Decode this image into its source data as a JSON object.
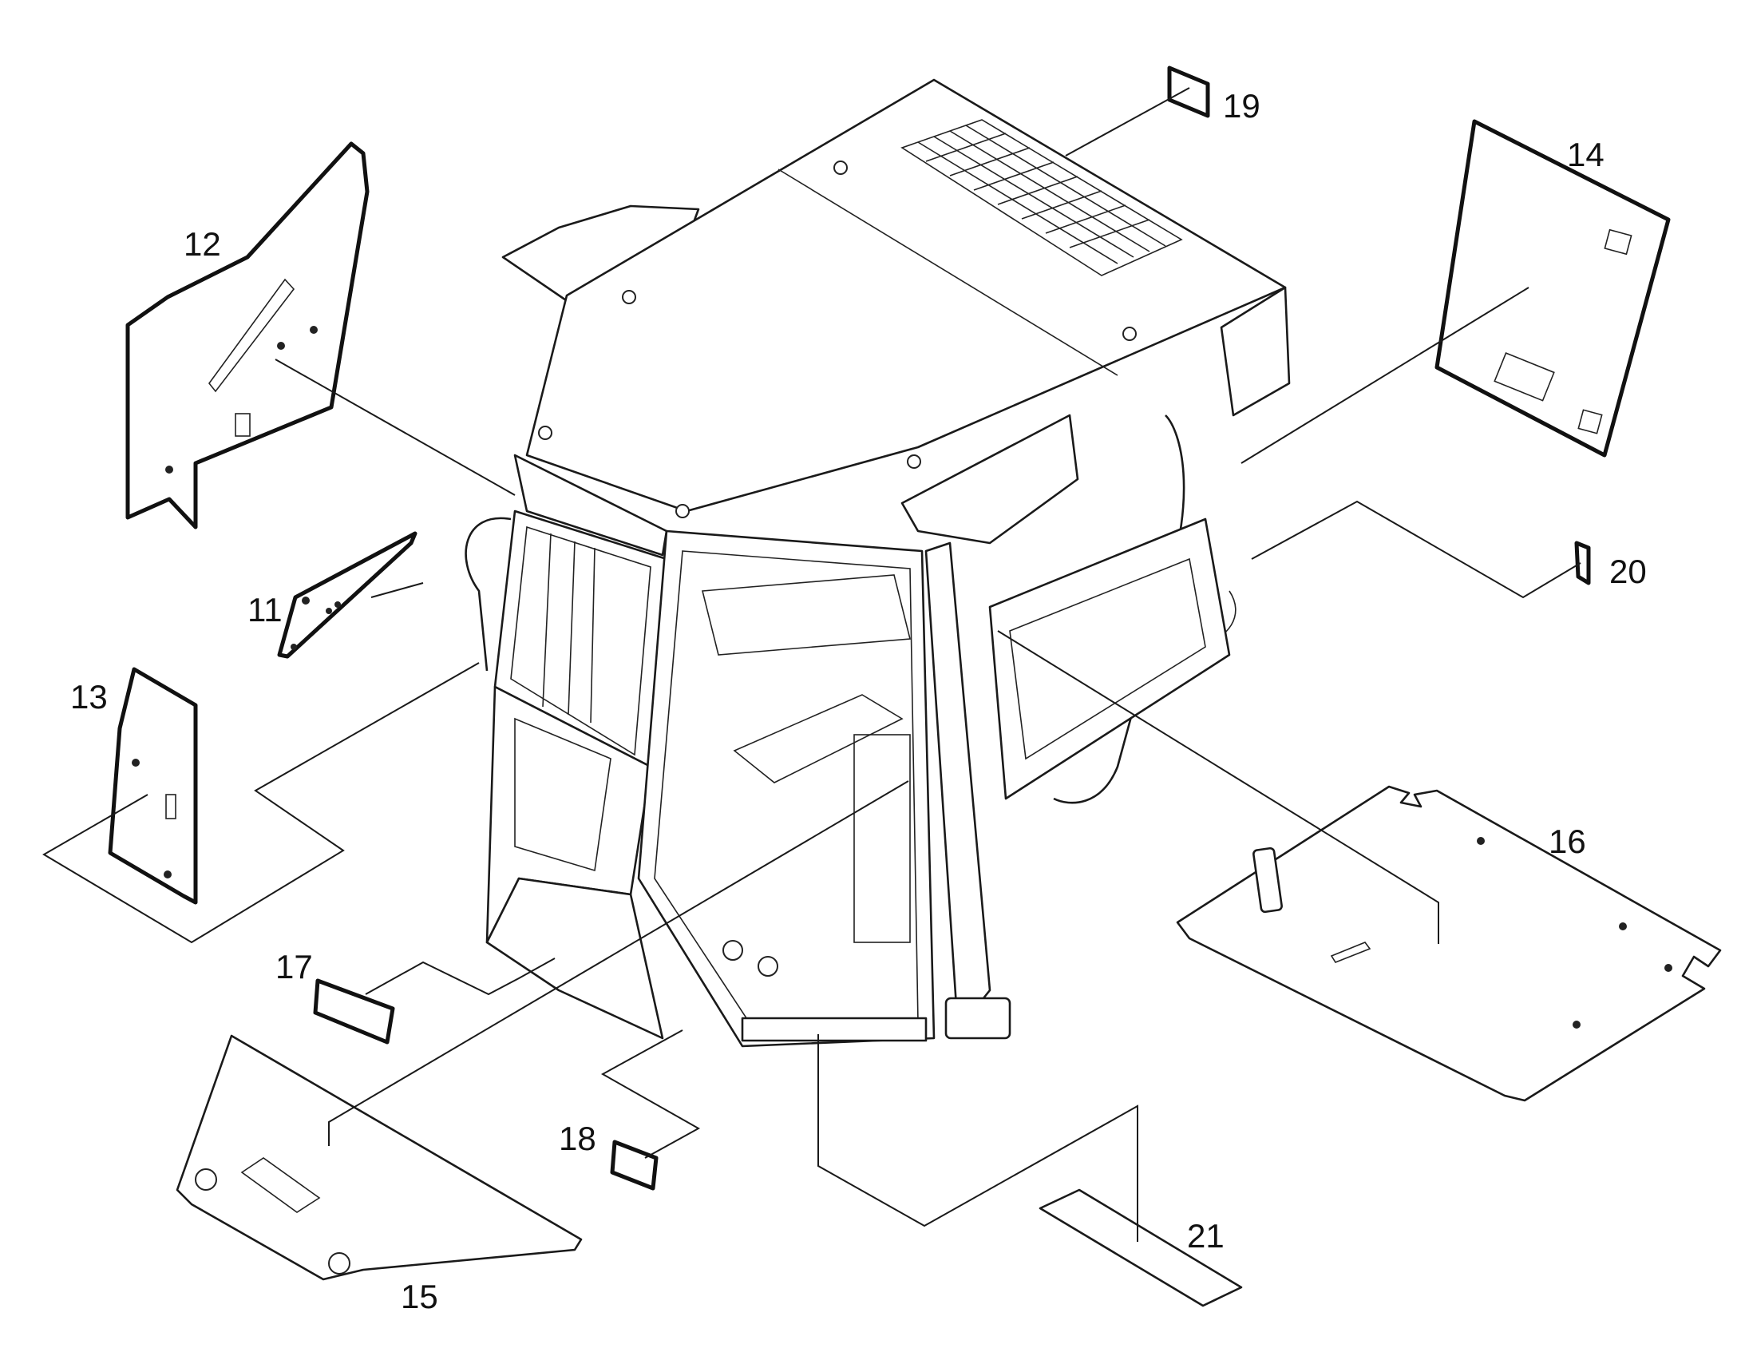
{
  "callouts": {
    "p11": "11",
    "p12": "12",
    "p13": "13",
    "p14": "14",
    "p15": "15",
    "p16": "16",
    "p17": "17",
    "p18": "18",
    "p19": "19",
    "p20": "20",
    "p21": "21"
  }
}
